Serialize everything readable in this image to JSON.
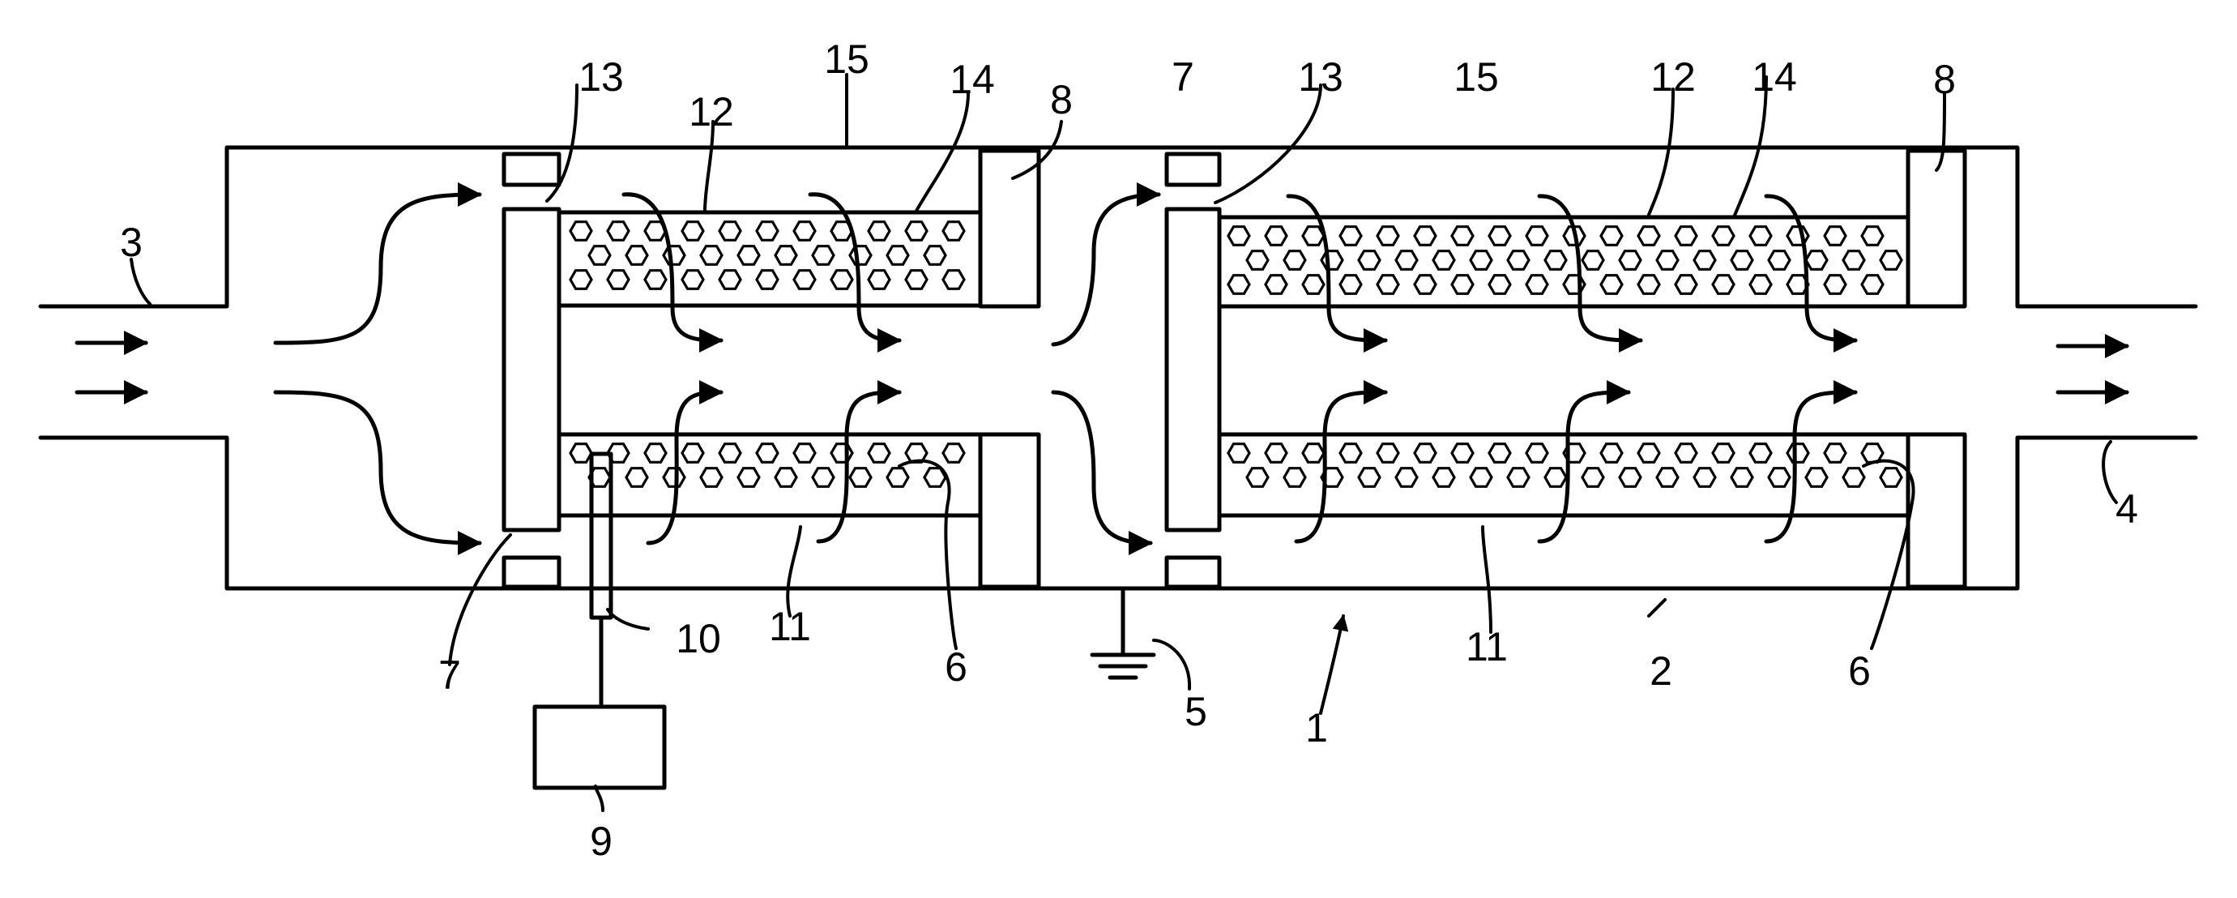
{
  "figure": {
    "labels": {
      "housing": "1",
      "housing_wall": "2",
      "inlet": "3",
      "outlet": "4",
      "ground": "5",
      "filter_wall": "6",
      "plug_front": "7",
      "plug_rear": "8",
      "power_supply": "9",
      "electrode": "10",
      "inner_channel": "11",
      "particles": "12",
      "gap": "13",
      "filter_top": "14",
      "outer_space": "15"
    }
  }
}
